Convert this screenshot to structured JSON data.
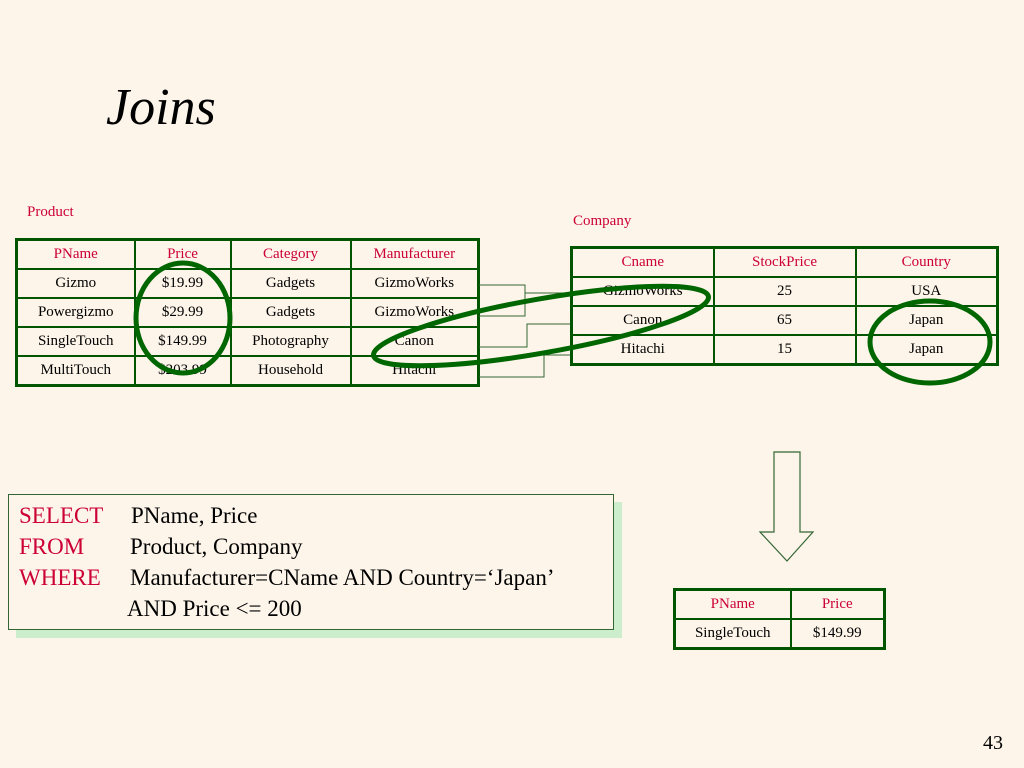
{
  "slide": {
    "title": "Joins",
    "page_number": "43"
  },
  "product": {
    "caption": "Product",
    "headers": [
      "PName",
      "Price",
      "Category",
      "Manufacturer"
    ],
    "rows": [
      [
        "Gizmo",
        "$19.99",
        "Gadgets",
        "GizmoWorks"
      ],
      [
        "Powergizmo",
        "$29.99",
        "Gadgets",
        "GizmoWorks"
      ],
      [
        "SingleTouch",
        "$149.99",
        "Photography",
        "Canon"
      ],
      [
        "MultiTouch",
        "$203.99",
        "Household",
        "Hitachi"
      ]
    ]
  },
  "company": {
    "caption": "Company",
    "headers": [
      "Cname",
      "StockPrice",
      "Country"
    ],
    "rows": [
      [
        "GizmoWorks",
        "25",
        "USA"
      ],
      [
        "Canon",
        "65",
        "Japan"
      ],
      [
        "Hitachi",
        "15",
        "Japan"
      ]
    ]
  },
  "query": {
    "select_kw": "SELECT",
    "select_text": "PName, Price",
    "from_kw": "FROM",
    "from_text": "Product, Company",
    "where_kw": "WHERE",
    "where_text": "Manufacturer=CName AND Country=‘Japan’",
    "and_text": "AND Price <= 200"
  },
  "result": {
    "headers": [
      "PName",
      "Price"
    ],
    "rows": [
      [
        "SingleTouch",
        "$149.99"
      ]
    ]
  },
  "colors": {
    "background": "#fdf5ea",
    "table_border": "#005500",
    "header_text": "#cc0033",
    "keyword_text": "#cc0033",
    "shadow": "#cdeecd"
  }
}
